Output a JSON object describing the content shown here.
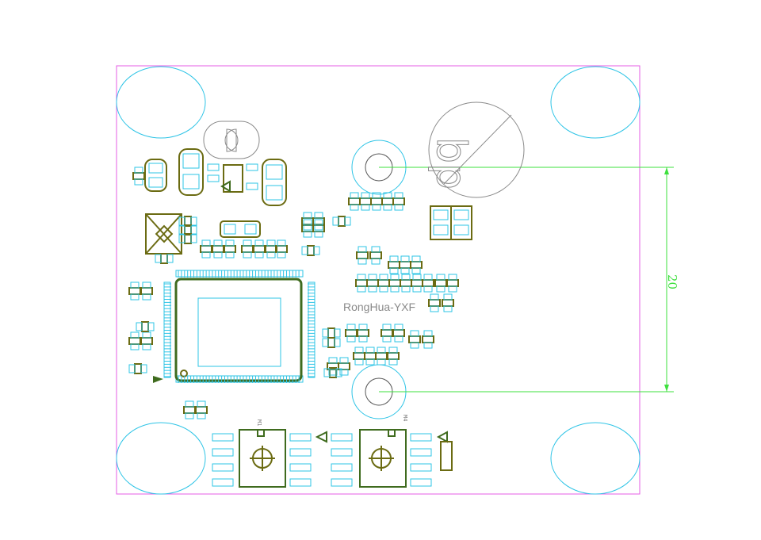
{
  "board": {
    "silk_label": "RongHua-YXF",
    "dimension_value": "20",
    "ref_left": "M1",
    "ref_right": "M4"
  },
  "colors": {
    "board_outline": "#e65ce6",
    "pads": "#2ec4e6",
    "silkscreen": "#6b6b12",
    "dimension": "#3ee03e"
  }
}
